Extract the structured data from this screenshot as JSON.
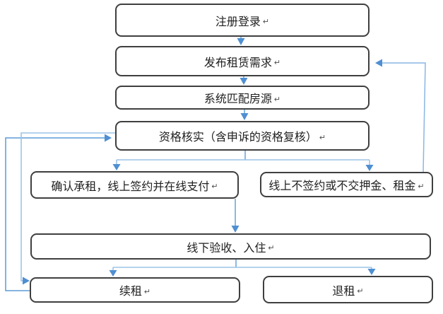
{
  "diagram": {
    "type": "flowchart",
    "return_mark": "↵",
    "nodes": [
      {
        "id": "register",
        "label": "注册登录"
      },
      {
        "id": "publish",
        "label": "发布租赁需求"
      },
      {
        "id": "match",
        "label": "系统匹配房源"
      },
      {
        "id": "verify",
        "label": "资格核实（含申诉的资格复核）"
      },
      {
        "id": "confirm",
        "label": "确认承租，线上签约并在线支付"
      },
      {
        "id": "nosign",
        "label": "线上不签约或不交押金、租金"
      },
      {
        "id": "checkin",
        "label": "线下验收、入住"
      },
      {
        "id": "renew",
        "label": "续租"
      },
      {
        "id": "terminate",
        "label": "退租"
      }
    ],
    "edges": [
      {
        "from": "register",
        "to": "publish"
      },
      {
        "from": "publish",
        "to": "match"
      },
      {
        "from": "match",
        "to": "verify"
      },
      {
        "from": "verify",
        "to": "confirm"
      },
      {
        "from": "verify",
        "to": "nosign"
      },
      {
        "from": "confirm",
        "to": "checkin"
      },
      {
        "from": "checkin",
        "to": "renew"
      },
      {
        "from": "checkin",
        "to": "terminate"
      },
      {
        "from": "nosign",
        "to": "publish",
        "kind": "feedback-right"
      },
      {
        "from": "renew",
        "to": "verify",
        "kind": "feedback-left-outer"
      },
      {
        "from": "verify",
        "to": "renew",
        "kind": "feedback-left-inner"
      }
    ],
    "colors": {
      "connector": "#5b9bd5",
      "connector_light": "#9cc3e6",
      "arrowhead": "#4f8fd1",
      "node_border": "#3f3f3f",
      "background": "#ffffff"
    }
  }
}
